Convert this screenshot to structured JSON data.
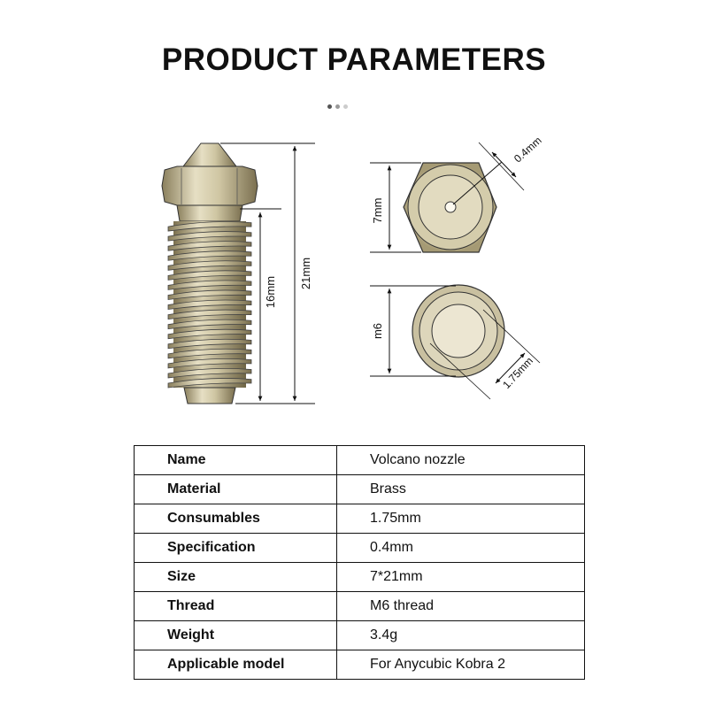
{
  "title": "PRODUCT PARAMETERS",
  "dots": [
    "#555555",
    "#999999",
    "#cccccc"
  ],
  "dimensions": {
    "length": "21mm",
    "thread_length": "16mm",
    "hex_size": "7mm",
    "nozzle_diameter": "0.4mm",
    "thread": "m6",
    "filament": "1.75mm"
  },
  "specs": [
    {
      "label": "Name",
      "value": "Volcano nozzle"
    },
    {
      "label": "Material",
      "value": "Brass"
    },
    {
      "label": "Consumables",
      "value": "1.75mm"
    },
    {
      "label": "Specification",
      "value": "0.4mm"
    },
    {
      "label": "Size",
      "value": "7*21mm"
    },
    {
      "label": "Thread",
      "value": "M6 thread"
    },
    {
      "label": "Weight",
      "value": "3.4g"
    },
    {
      "label": "Applicable model",
      "value": "For Anycubic Kobra 2"
    }
  ]
}
